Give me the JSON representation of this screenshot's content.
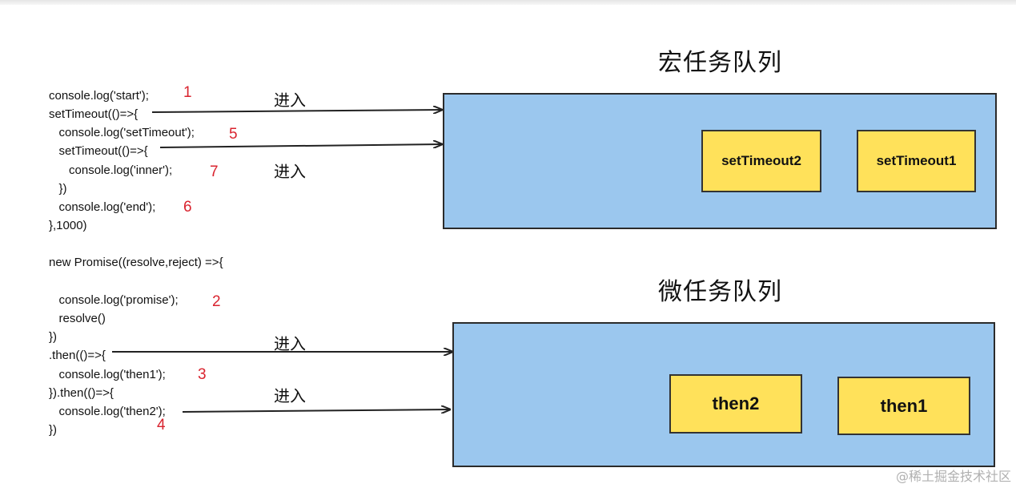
{
  "code_lines": [
    "console.log('start');",
    "setTimeout(()=>{",
    "   console.log('setTimeout');",
    "   setTimeout(()=>{",
    "      console.log('inner');",
    "   })",
    "   console.log('end');",
    "},1000)",
    "new Promise((resolve,reject) =>{",
    "   console.log('promise');",
    "   resolve()",
    "})",
    ".then(()=>{",
    "   console.log('then1');",
    "}).then(()=>{",
    "   console.log('then2');",
    "})"
  ],
  "order_numbers": [
    "1",
    "5",
    "7",
    "6",
    "2",
    "3",
    "4"
  ],
  "enter_label": "进入",
  "macro_queue": {
    "title": "宏任务队列",
    "tasks": [
      "setTimeout2",
      "setTimeout1"
    ]
  },
  "micro_queue": {
    "title": "微任务队列",
    "tasks": [
      "then2",
      "then1"
    ]
  },
  "watermark": "@稀土掘金技术社区",
  "colors": {
    "queue_fill": "#9bc7ee",
    "task_fill": "#ffe15a",
    "number_color": "#d9232e"
  }
}
